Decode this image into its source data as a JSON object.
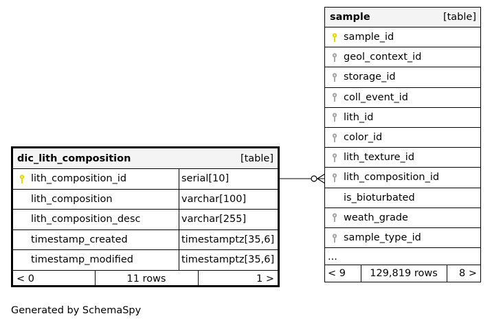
{
  "dic_table": {
    "name": "dic_lith_composition",
    "tag": "[table]",
    "columns": [
      {
        "name": "lith_composition_id",
        "type": "serial[10]",
        "key": "primary"
      },
      {
        "name": "lith_composition",
        "type": "varchar[100]",
        "key": "none"
      },
      {
        "name": "lith_composition_desc",
        "type": "varchar[255]",
        "key": "none"
      },
      {
        "name": "timestamp_created",
        "type": "timestamptz[35,6]",
        "key": "none"
      },
      {
        "name": "timestamp_modified",
        "type": "timestamptz[35,6]",
        "key": "none"
      }
    ],
    "footer": {
      "left": "< 0",
      "middle": "11 rows",
      "right": "1 >"
    }
  },
  "sample_table": {
    "name": "sample",
    "tag": "[table]",
    "columns": [
      {
        "name": "sample_id",
        "key": "primary"
      },
      {
        "name": "geol_context_id",
        "key": "foreign"
      },
      {
        "name": "storage_id",
        "key": "foreign"
      },
      {
        "name": "coll_event_id",
        "key": "foreign"
      },
      {
        "name": "lith_id",
        "key": "foreign"
      },
      {
        "name": "color_id",
        "key": "foreign"
      },
      {
        "name": "lith_texture_id",
        "key": "foreign"
      },
      {
        "name": "lith_composition_id",
        "key": "foreign"
      },
      {
        "name": "is_bioturbated",
        "key": "none"
      },
      {
        "name": "weath_grade",
        "key": "foreign"
      },
      {
        "name": "sample_type_id",
        "key": "foreign"
      }
    ],
    "ellipsis": "...",
    "footer": {
      "left": "< 9",
      "middle": "129,819 rows",
      "right": "8 >"
    }
  },
  "colors": {
    "primary_key": "#e8d800",
    "foreign_key": "#a9a9a9",
    "header_bg": "#f4f4f4"
  },
  "footer_text": "Generated by SchemaSpy"
}
